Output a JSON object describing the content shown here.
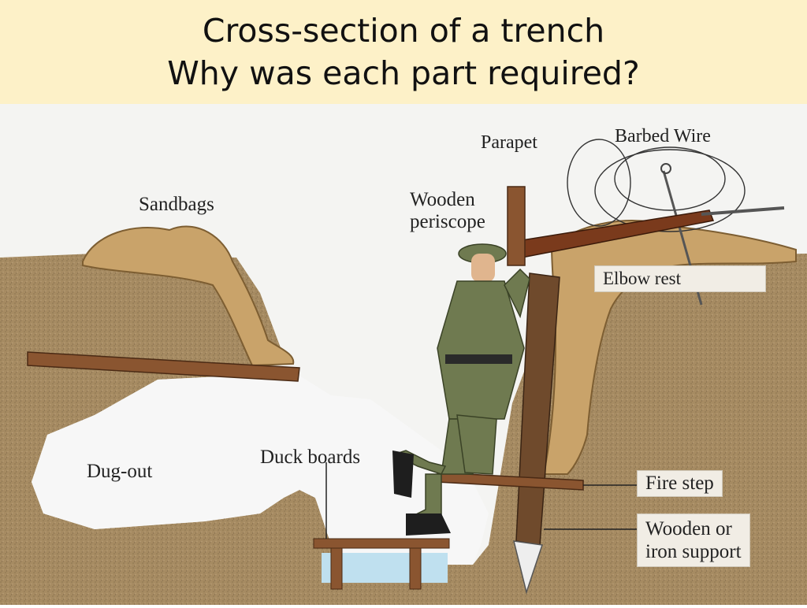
{
  "header": {
    "title_line1": "Cross-section of a trench",
    "title_line2": "Why was each part required?"
  },
  "labels": {
    "parapet": "Parapet",
    "barbed_wire": "Barbed Wire",
    "sandbags": "Sandbags",
    "periscope_line1": "Wooden",
    "periscope_line2": "periscope",
    "elbow_rest": "Elbow rest",
    "dug_out": "Dug-out",
    "duck_boards": "Duck boards",
    "fire_step": "Fire step",
    "support_line1": "Wooden or",
    "support_line2": "iron support"
  },
  "colors": {
    "header_bg": "#fdf1c8",
    "earth": "#a58a60",
    "sandbag": "#c9a36a",
    "wood": "#7a4a2a",
    "uniform": "#6f7a50",
    "water": "#bfe0ef"
  }
}
